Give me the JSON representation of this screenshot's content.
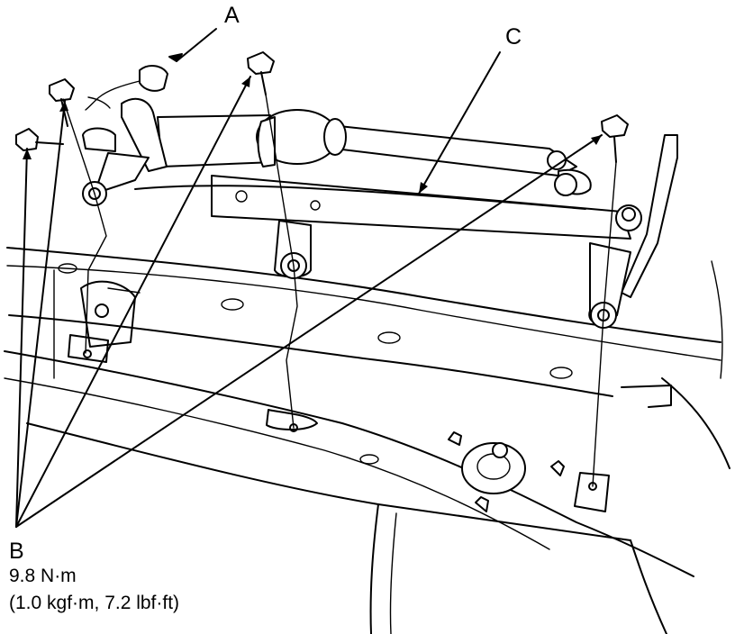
{
  "callouts": {
    "a": "A",
    "b": "B",
    "c": "C"
  },
  "torque": {
    "metric": "9.8 N·m",
    "alternate": "(1.0 kgf·m, 7.2 lbf·ft)"
  },
  "colors": {
    "line": "#000000",
    "background": "#ffffff"
  }
}
